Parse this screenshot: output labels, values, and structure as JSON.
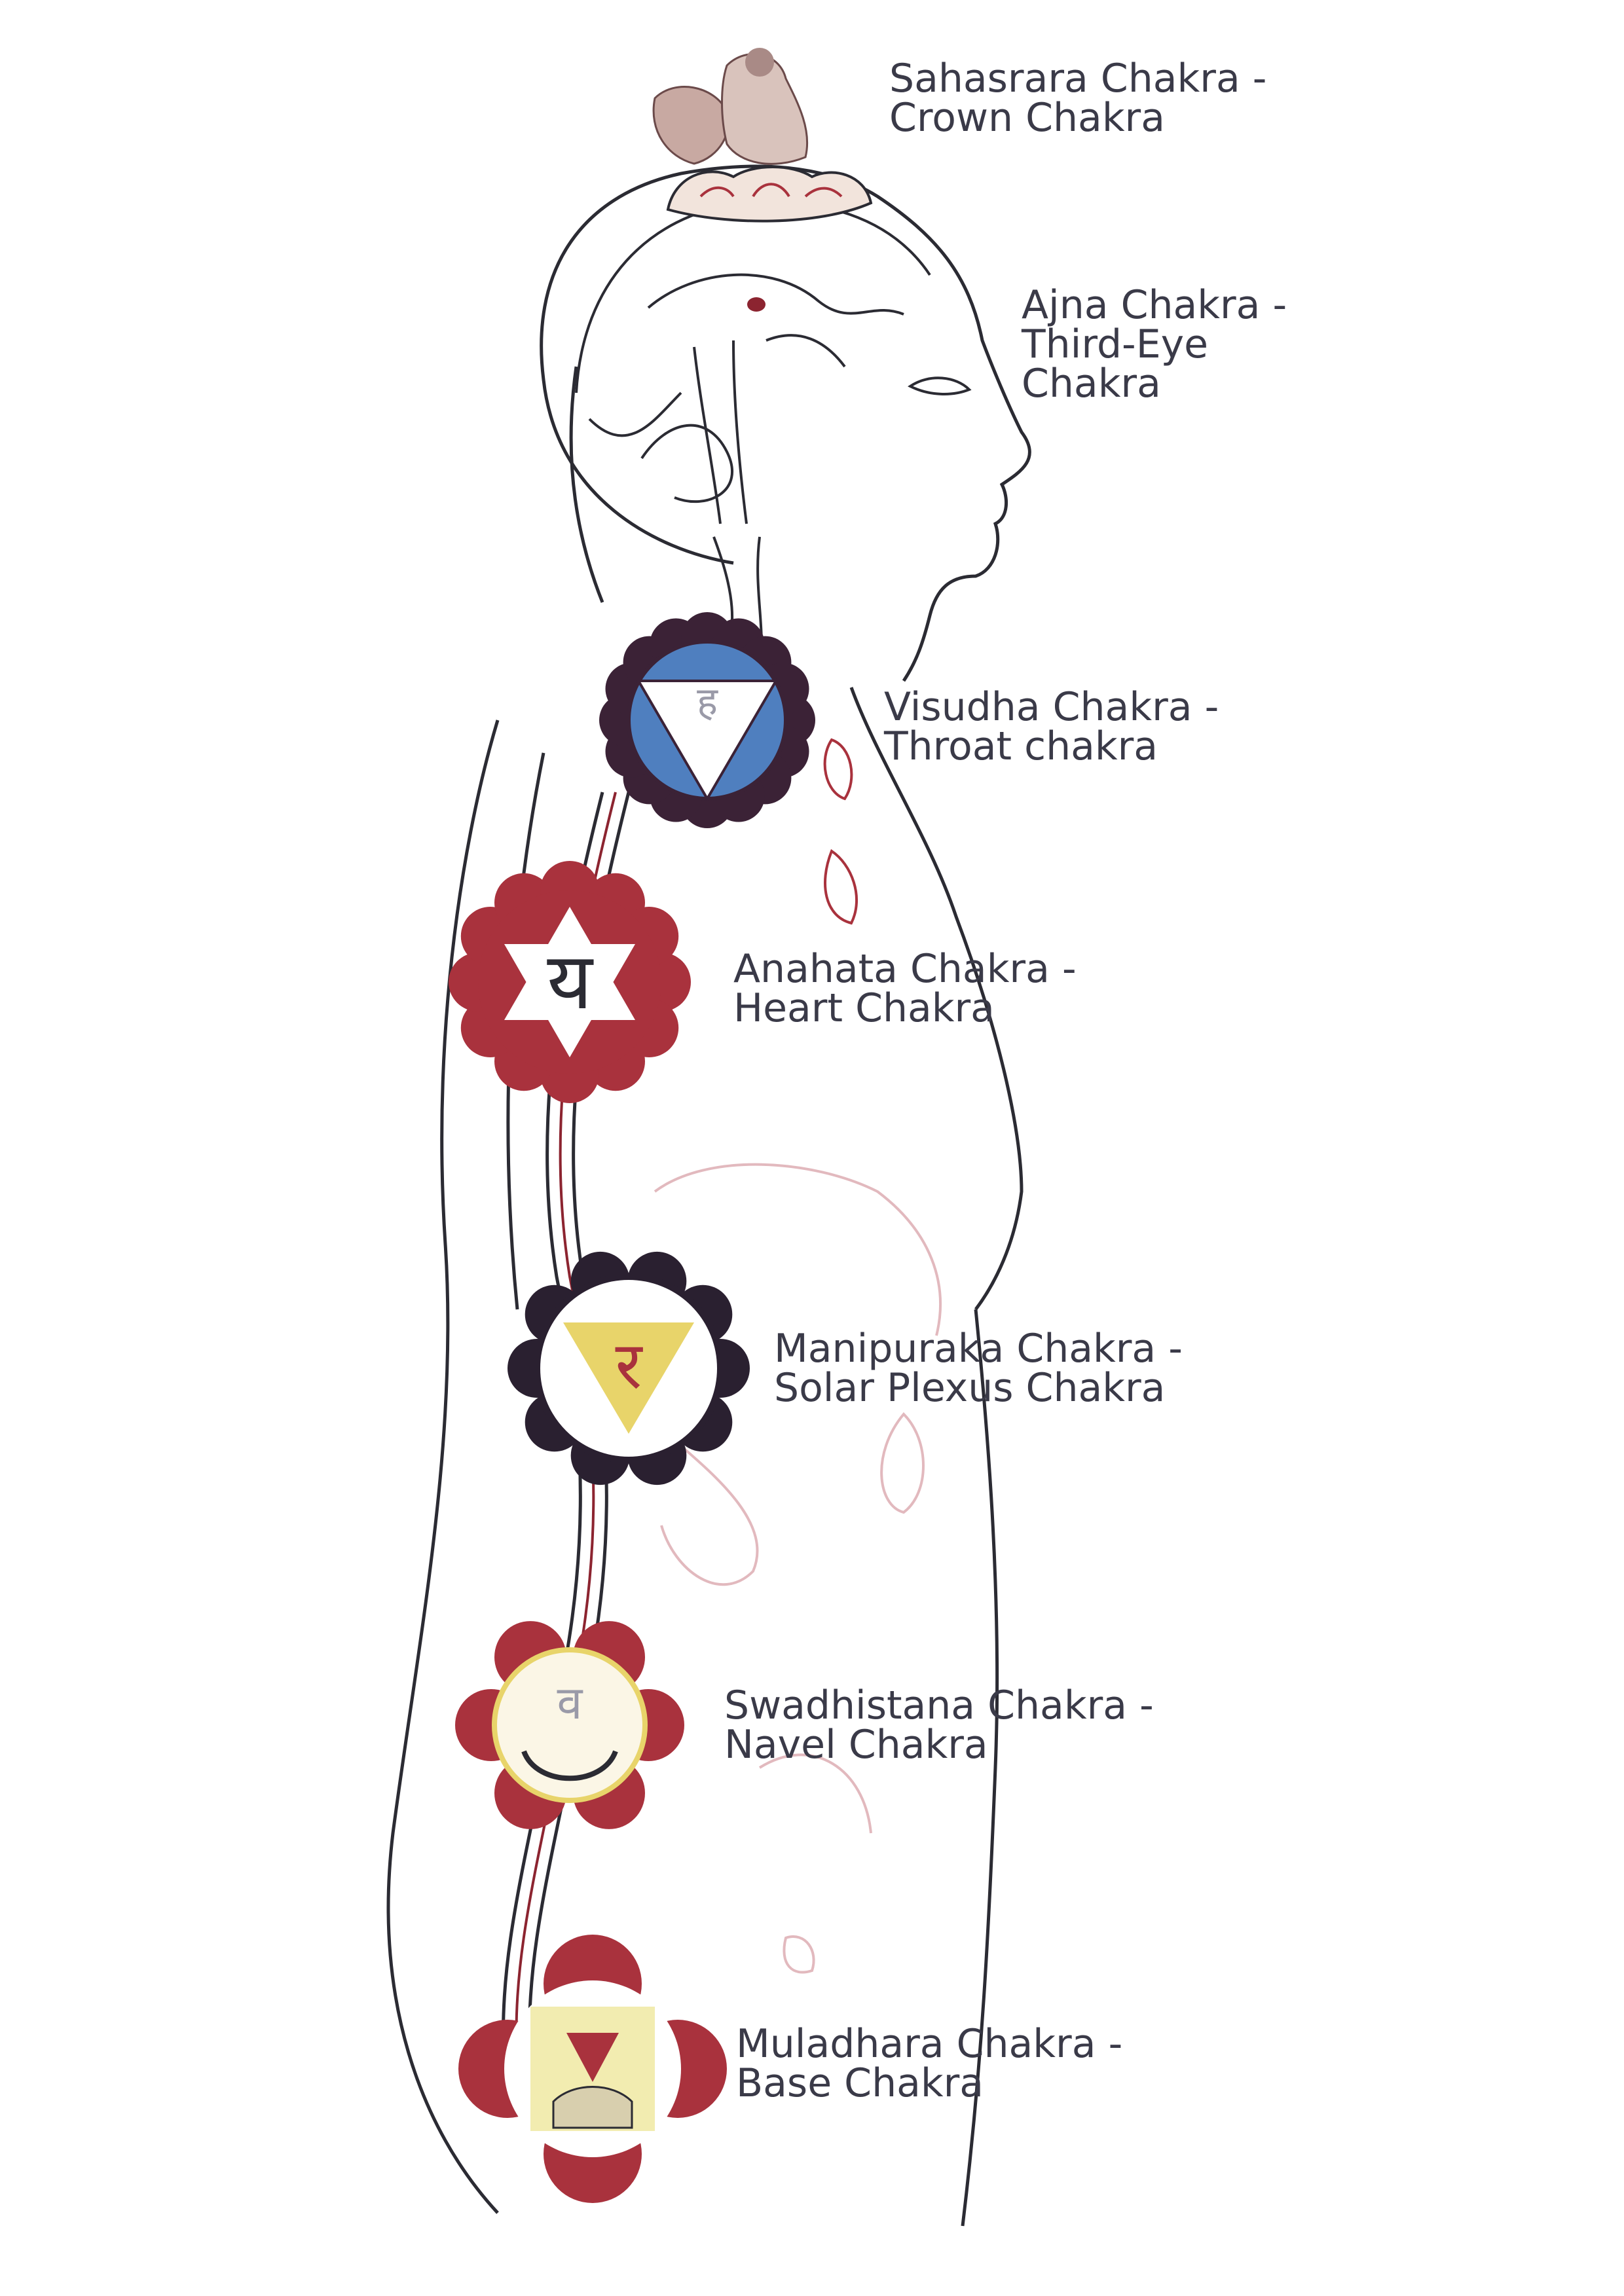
{
  "labels": {
    "sahasrara": [
      "Sahasrara Chakra -",
      "Crown Chakra"
    ],
    "ajna": [
      "Ajna Chakra -",
      "Third-Eye",
      "Chakra"
    ],
    "visudha": [
      "Visudha Chakra -",
      "Throat chakra"
    ],
    "anahata": [
      "Anahata Chakra -",
      "Heart Chakra"
    ],
    "manipuraka": [
      "Manipuraka Chakra -",
      "Solar Plexus Chakra"
    ],
    "swadhistana": [
      "Swadhistana Chakra -",
      "Navel Chakra"
    ],
    "muladhara": [
      "Muladhara Chakra -",
      "Base Chakra"
    ]
  },
  "colors": {
    "outline": "#2b2b33",
    "throat_petals": "#3b2236",
    "throat_disc": "#4f7fbf",
    "heart_red": "#a9323d",
    "solar_dark": "#2a2030",
    "solar_yellow": "#e8d46a",
    "navel_red": "#a9323d",
    "base_red": "#a9323d",
    "base_yellow": "#f2ecb0",
    "channel_red": "#8c2430",
    "organ_pink": "#e2b9be"
  },
  "icons": {
    "crown": "lotus-figure-icon",
    "throat": "inverted-triangle-icon",
    "heart": "six-point-star-icon",
    "solar": "triangle-icon",
    "navel": "crescent-icon",
    "base": "square-icon"
  }
}
